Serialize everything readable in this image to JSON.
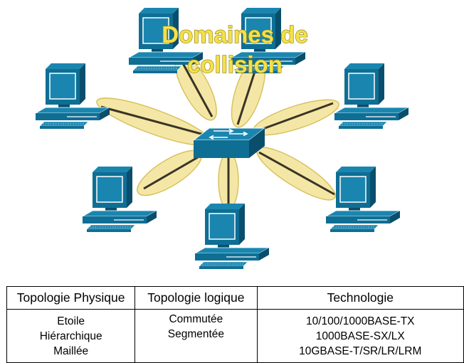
{
  "diagram": {
    "title_lines": [
      "Domaines de",
      "collision"
    ],
    "colors": {
      "device": "#0f6e94",
      "device_dark": "#094e6d",
      "screen": "#1a86b0",
      "ellipse_fill": "#f4e7a6",
      "ellipse_stroke": "#d8c25e",
      "link": "#3b3425",
      "title_fill": "#f3e14a"
    },
    "icons": {
      "computer": "computer-icon",
      "switch": "switch-icon"
    }
  },
  "table": {
    "headers": [
      "Topologie Physique",
      "Topologie logique",
      "Technologie"
    ],
    "physical": [
      "Etoile",
      "Hiérarchique",
      "Maillée"
    ],
    "logical": [
      "Commutée",
      "Segmentée"
    ],
    "technology": [
      "10/100/1000BASE-TX",
      "1000BASE-SX/LX",
      "10GBASE-T/SR/LR/LRM"
    ]
  }
}
